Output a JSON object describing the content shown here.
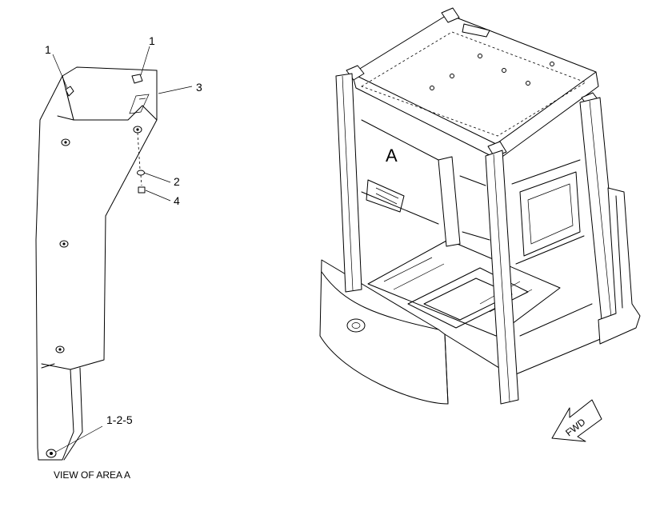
{
  "callouts": {
    "c1_left": "1",
    "c1_top": "1",
    "c3": "3",
    "c2": "2",
    "c4": "4",
    "c125": "1-2-5"
  },
  "caption": "VIEW OF AREA  A",
  "area_label": "A",
  "fwd_label": "FWD"
}
